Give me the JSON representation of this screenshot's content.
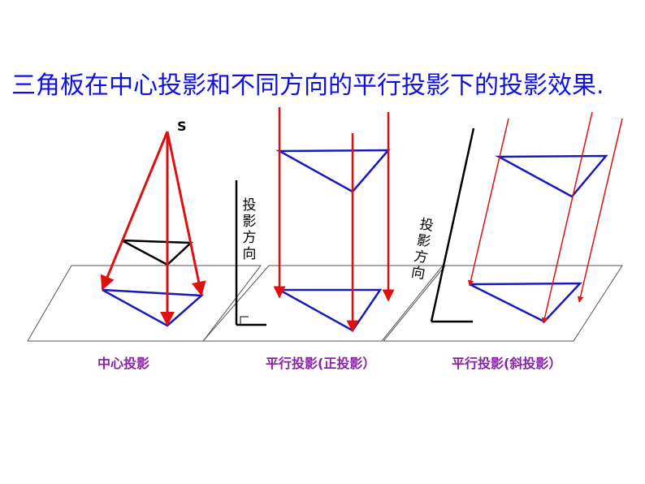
{
  "title": "三角板在中心投影和不同方向的平行投影下的投影效果.",
  "point_label": "S",
  "direction_label": "投影方向",
  "captions": {
    "center": "中心投影",
    "orthographic": "平行投影(正投影）",
    "oblique": "平行投影(斜投影）"
  },
  "colors": {
    "title": "#1010e0",
    "rays": "#e01010",
    "projection": "#1a1ab8",
    "caption": "#8a20a8"
  }
}
